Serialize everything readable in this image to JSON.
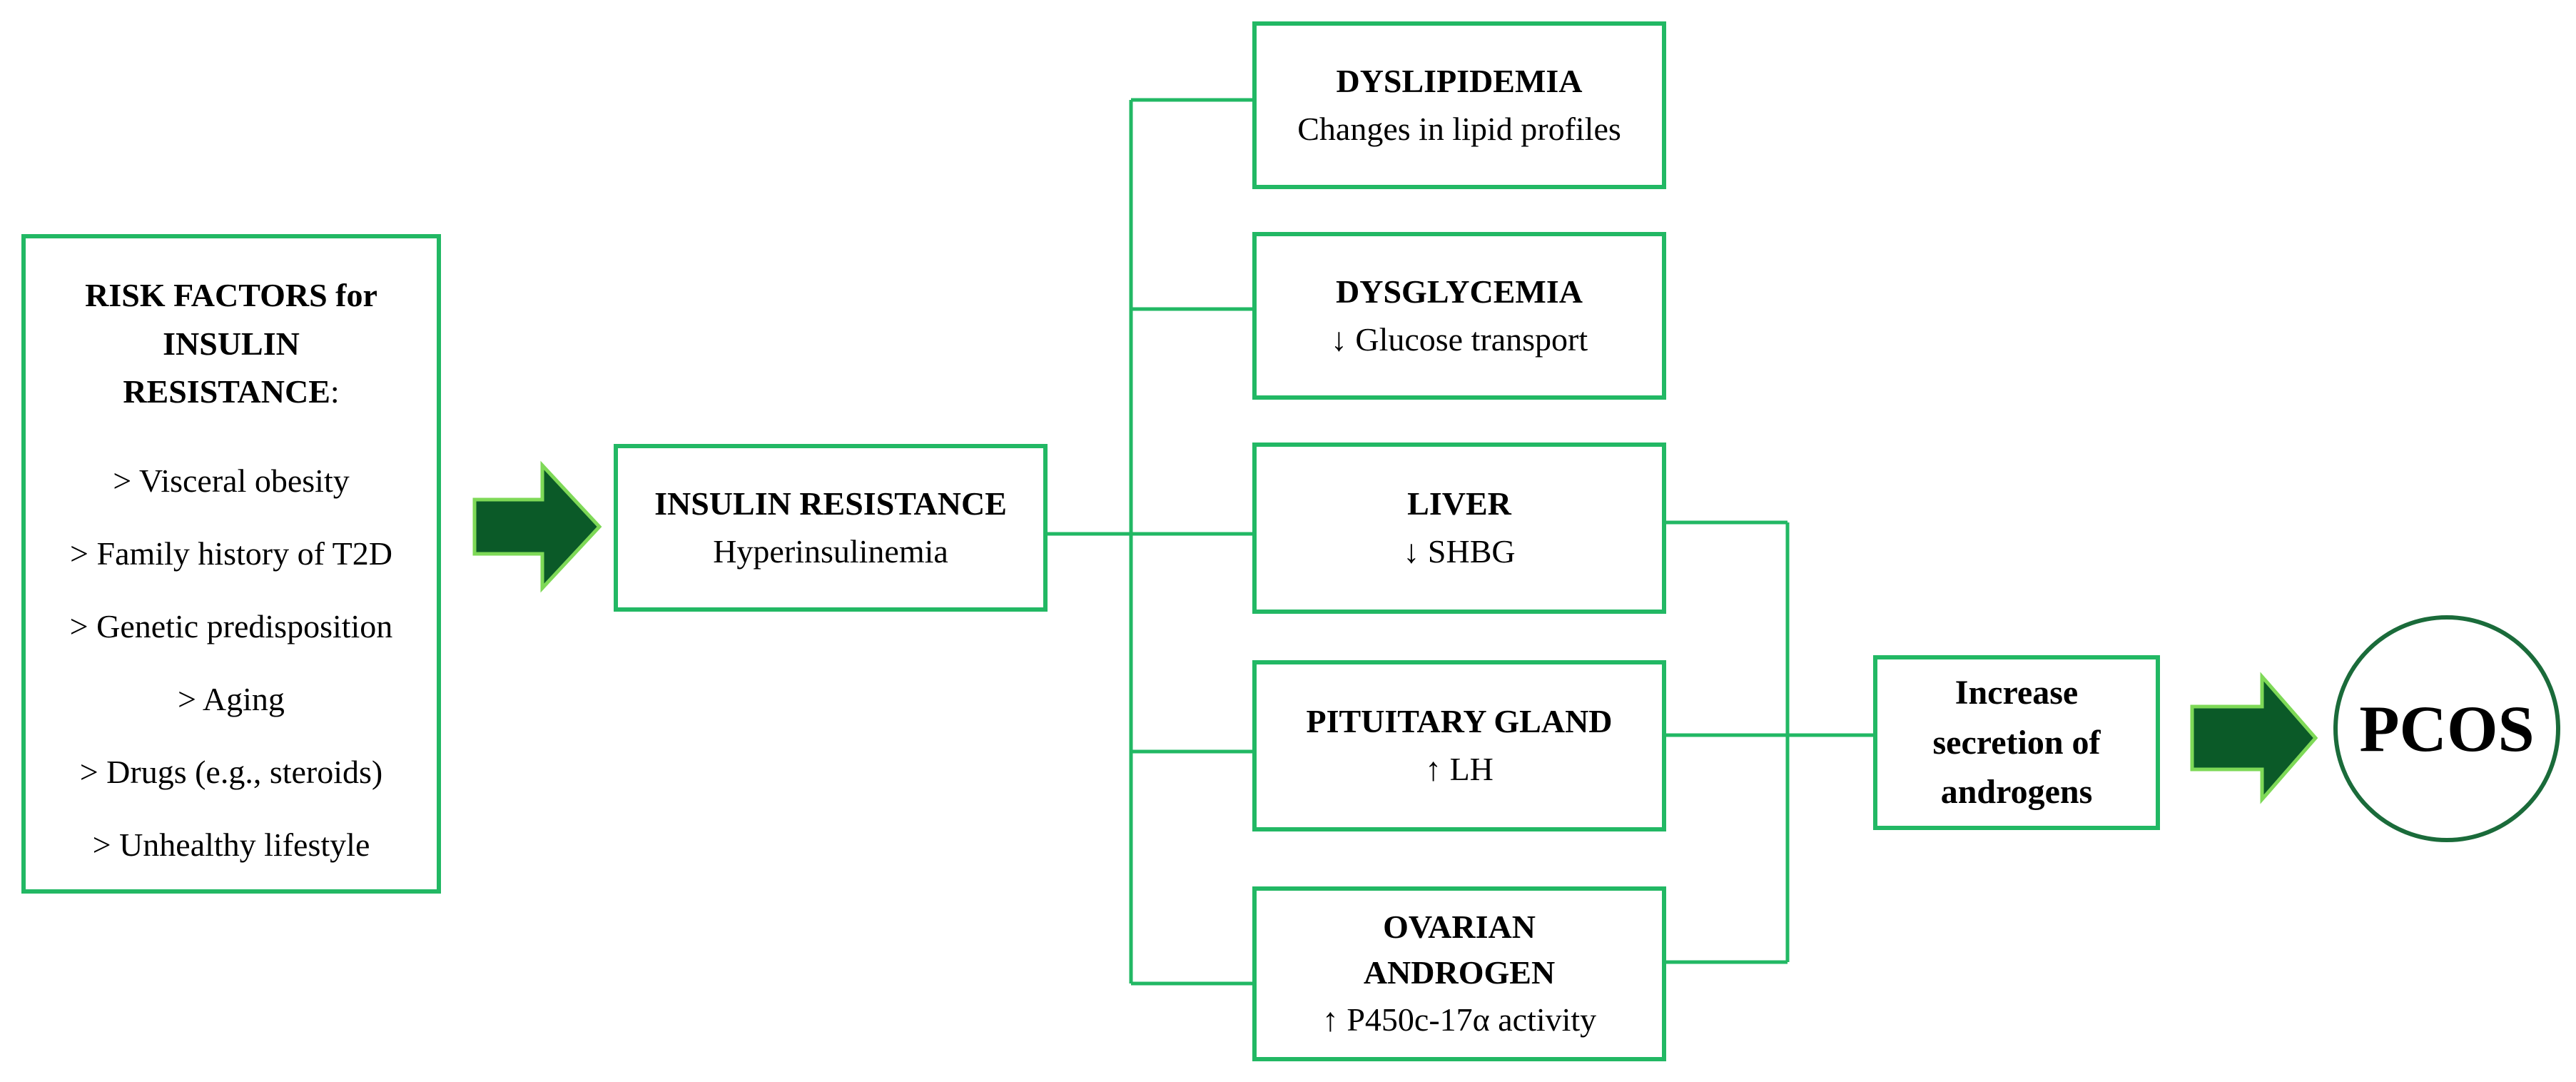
{
  "risk_factors": {
    "title_line1": "RISK FACTORS for",
    "title_line2": "INSULIN",
    "title_line3": "RESISTANCE",
    "title_colon": ":",
    "items": [
      "> Visceral obesity",
      "> Family history of T2D",
      "> Genetic predisposition",
      "> Aging",
      "> Drugs (e.g., steroids)",
      "> Unhealthy lifestyle"
    ]
  },
  "insulin_resistance": {
    "title": "INSULIN RESISTANCE",
    "subtitle": "Hyperinsulinemia"
  },
  "effects": [
    {
      "title": "DYSLIPIDEMIA",
      "subtitle": "Changes in lipid profiles"
    },
    {
      "title": "DYSGLYCEMIA",
      "subtitle": "↓ Glucose transport"
    },
    {
      "title": "LIVER",
      "subtitle": "↓ SHBG"
    },
    {
      "title": "PITUITARY GLAND",
      "subtitle": "↑ LH"
    },
    {
      "title": "OVARIAN",
      "title_line2": "ANDROGEN",
      "subtitle": "↑ P450c-17α activity"
    }
  ],
  "outcome": {
    "line1": "Increase",
    "line2": "secretion of",
    "line3": "androgens"
  },
  "result": {
    "label": "PCOS"
  },
  "colors": {
    "box_border": "#22b864",
    "arrow_fill": "#0b5a28",
    "arrow_outline": "#7ed957",
    "circle_border": "#1a6b3a"
  }
}
